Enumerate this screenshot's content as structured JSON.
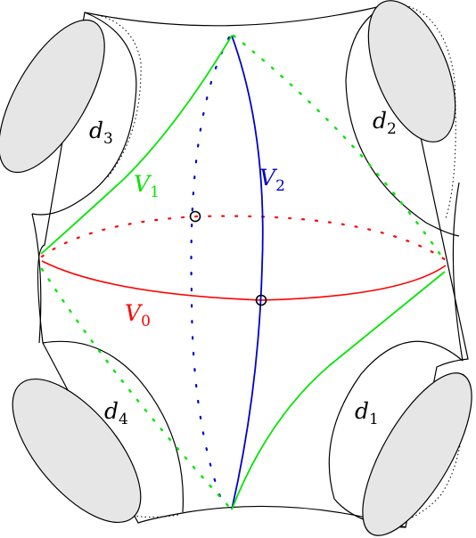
{
  "labels": {
    "d1": {
      "base": "d",
      "sub": "1"
    },
    "d2": {
      "base": "d",
      "sub": "2"
    },
    "d3": {
      "base": "d",
      "sub": "3"
    },
    "d4": {
      "base": "d",
      "sub": "4"
    },
    "V0": {
      "base": "V",
      "sub": "0"
    },
    "V1": {
      "base": "V",
      "sub": "1"
    },
    "V2": {
      "base": "V",
      "sub": "2"
    }
  },
  "colors": {
    "outline": "#000000",
    "disk_fill": "#e6e6e6",
    "V0": "#ff0000",
    "V1": "#00e600",
    "V2": "#0000cc",
    "marker": "#000000"
  }
}
